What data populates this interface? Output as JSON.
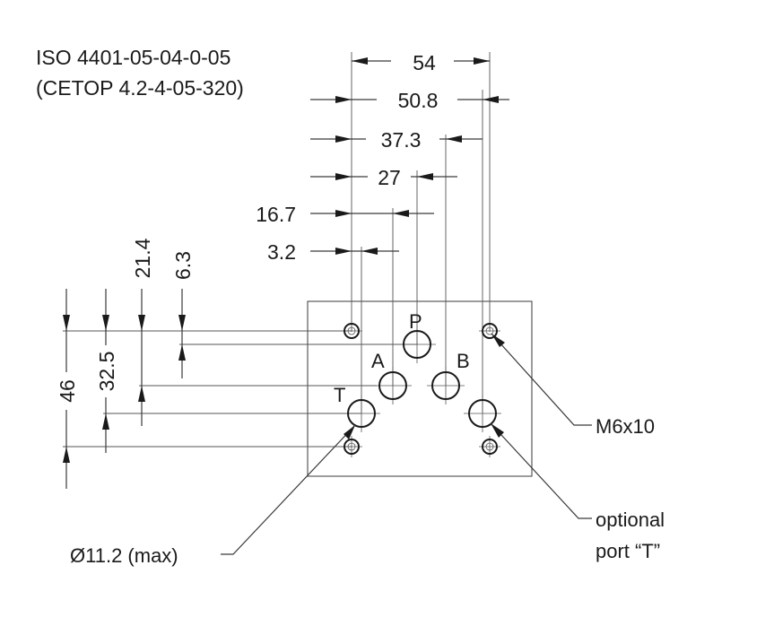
{
  "standard": {
    "iso": "ISO 4401-05-04-0-05",
    "cetop": "(CETOP 4.2-4-05-320)"
  },
  "horizontal_dimensions": [
    "54",
    "50.8",
    "37.3",
    "27",
    "16.7",
    "3.2"
  ],
  "vertical_dimensions": [
    "46",
    "32.5",
    "21.4",
    "6.3"
  ],
  "ports": {
    "p": "P",
    "a": "A",
    "b": "B",
    "t": "T"
  },
  "callouts": {
    "thread": "M6x10",
    "diameter": "Ø11.2 (max)",
    "optional_port_line1": "optional",
    "optional_port_line2": "port “T”"
  }
}
